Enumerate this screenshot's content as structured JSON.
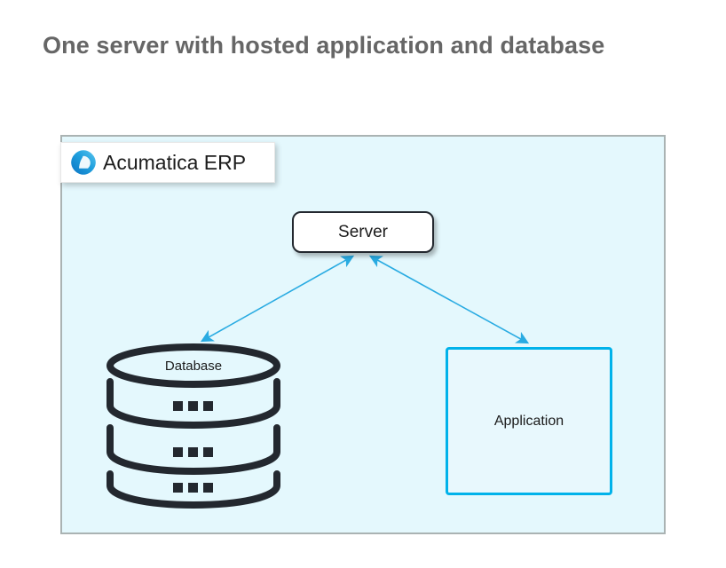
{
  "page": {
    "title": "One server with hosted application and database",
    "title_color": "#666666",
    "background": "#ffffff"
  },
  "diagram": {
    "container": {
      "name": "diagram-canvas",
      "fill": "#e4f8fd",
      "border_color": "#aab3b3"
    },
    "brand": {
      "label": "Acumatica ERP",
      "logo_icon": "acumatica-logo-icon",
      "logo_color": "#1b9ddb",
      "chip_background": "#ffffff"
    },
    "nodes": [
      {
        "id": "server",
        "label": "Server",
        "shape": "rounded-rectangle",
        "fill": "#ffffff",
        "stroke": "#23282f"
      },
      {
        "id": "database",
        "label": "Database",
        "shape": "cylinder",
        "stroke": "#23282f",
        "fill": "#e4f8fd",
        "tiers": 3,
        "dots_per_tier": 3
      },
      {
        "id": "application",
        "label": "Application",
        "shape": "rectangle",
        "fill": "#e8f8fd",
        "stroke": "#00b2ea"
      }
    ],
    "connectors": [
      {
        "id": "server-database-link",
        "from": "server",
        "to": "database",
        "style": "double-headed-arrow",
        "color": "#29abe2"
      },
      {
        "id": "server-application-link",
        "from": "server",
        "to": "application",
        "style": "double-headed-arrow",
        "color": "#29abe2"
      }
    ]
  }
}
